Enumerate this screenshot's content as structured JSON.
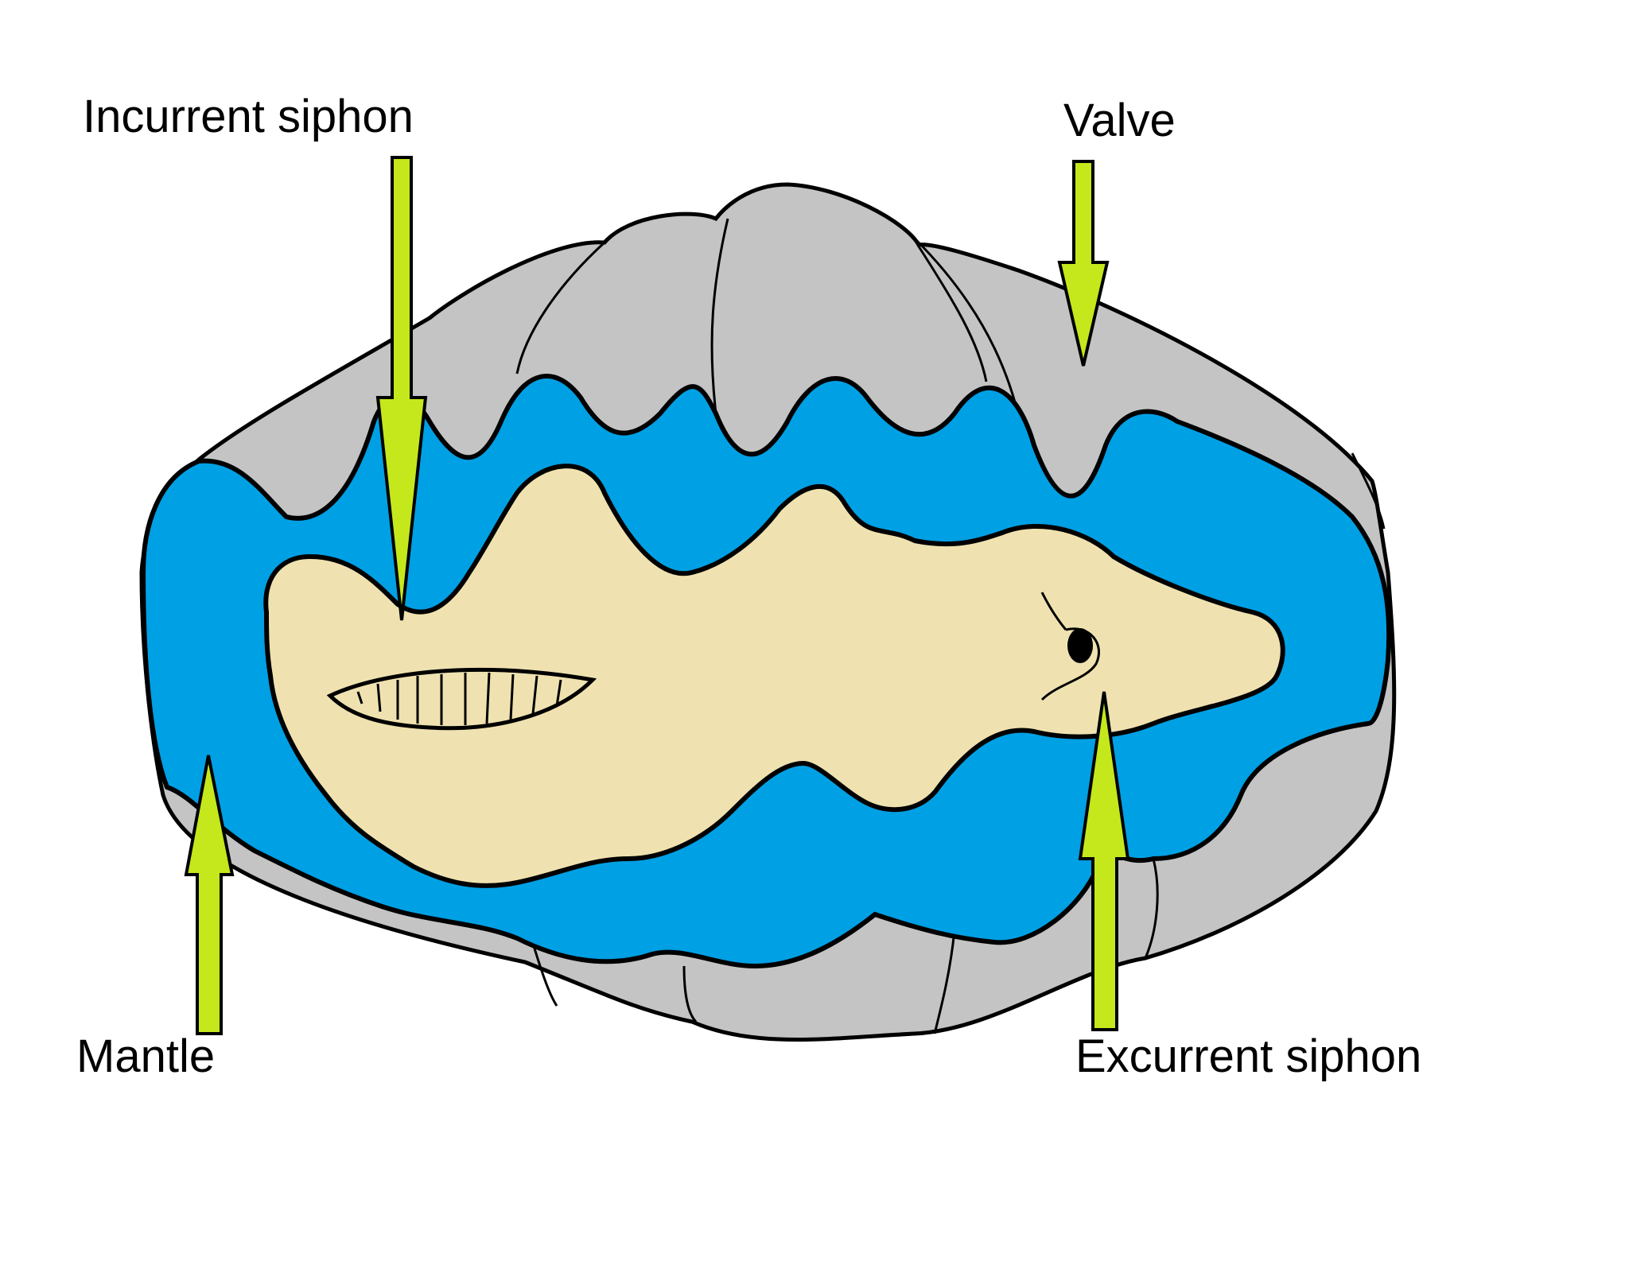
{
  "labels": {
    "incurrent_siphon": "Incurrent siphon",
    "valve": "Valve",
    "mantle": "Mantle",
    "excurrent_siphon": "Excurrent siphon"
  },
  "colors": {
    "background": "#ffffff",
    "shell": "#c4c4c4",
    "mantle": "#00a0e4",
    "body": "#efe2b0",
    "arrow": "#c4e81c",
    "outline": "#000000"
  }
}
